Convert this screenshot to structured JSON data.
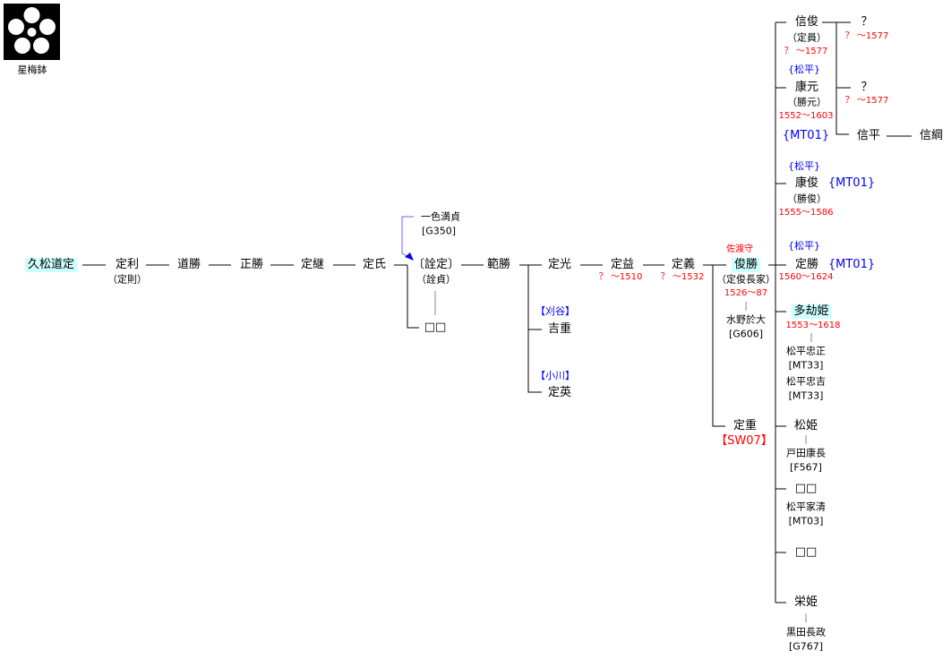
{
  "crest": {
    "name": "星梅鉢"
  },
  "main": {
    "n0": "久松道定",
    "n1": "定利",
    "n1a": "（定則）",
    "n2": "道勝",
    "n3": "正勝",
    "n4": "定継",
    "n5": "定氏",
    "n6": "〔詮定〕",
    "n6a": "（詮貞）",
    "n6c": "□□",
    "n6w": "一色満貞",
    "n6wc": "[G350]",
    "n7": "範勝",
    "n8": "定光",
    "n9": "定益",
    "n9d": "？ ～1510",
    "n10": "定義",
    "n10d": "？ ～1532",
    "s1p": "【刈谷】",
    "s1": "吉重",
    "s2p": "【小川】",
    "s2": "定英",
    "t_title": "佐渡守",
    "t": "俊勝",
    "ta": "（定俊長家）",
    "td": "1526～87",
    "tw": "水野於大",
    "twc": "[G606]",
    "z": "定重",
    "zc": "【SW07】"
  },
  "children": {
    "c1": "信俊",
    "c1a": "（定員）",
    "c1d": "？ ～1577",
    "c2p": "{松平}",
    "c2": "康元",
    "c2a": "（勝元）",
    "c2d": "1552～1603",
    "c2c": "{MT01}",
    "c3p": "{松平}",
    "c3": "康俊",
    "c3c": "{MT01}",
    "c3a": "（勝俊）",
    "c3d": "1555～1586",
    "c4p": "{松平}",
    "c4": "定勝",
    "c4c": "{MT01}",
    "c4d": "1560～1624",
    "c5": "多劫姫",
    "c5d": "1553～1618",
    "c5h1": "松平忠正",
    "c5h1c": "[MT33]",
    "c5h2": "松平忠吉",
    "c5h2c": "[MT33]",
    "c6": "松姫",
    "c6h": "戸田康長",
    "c6hc": "[F567]",
    "c7": "□□",
    "c7h": "松平家清",
    "c7hc": "[MT03]",
    "c8": "□□",
    "c9": "栄姫",
    "c9h": "黒田長政",
    "c9hc": "[G767]"
  },
  "grandchildren": {
    "g1": "？",
    "g1d": "？ ～1577",
    "g2": "？",
    "g2d": "？ ～1577",
    "g3": "信平",
    "g4": "信綱"
  }
}
